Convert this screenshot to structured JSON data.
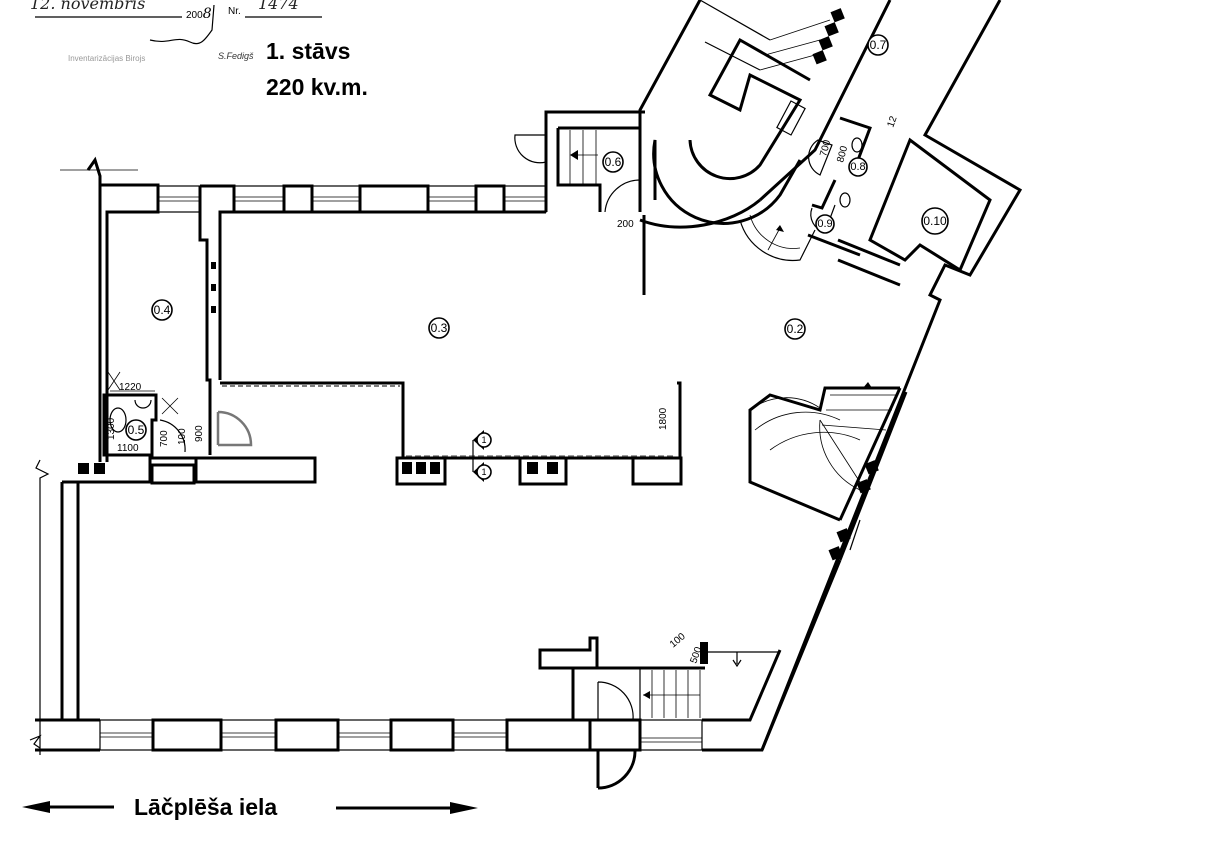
{
  "header": {
    "handwritten_date": "12. novembris",
    "year_prefix": "200",
    "year_suffix": "8",
    "number_label": "Nr.",
    "handwritten_number": "1474",
    "signature_caption": "S.Fedigš",
    "faded_caption": "Inventarizācijas Birojs"
  },
  "floor": {
    "title": "1. stāvs",
    "area": "220 kv.m."
  },
  "street": {
    "name": "Lāčplēša iela"
  },
  "rooms": [
    {
      "id": "0.2",
      "label": "0.2"
    },
    {
      "id": "0.3",
      "label": "0.3"
    },
    {
      "id": "0.4",
      "label": "0.4"
    },
    {
      "id": "0.5",
      "label": "0.5"
    },
    {
      "id": "0.6",
      "label": "0.6"
    },
    {
      "id": "0.7",
      "label": "0.7"
    },
    {
      "id": "0.8",
      "label": "0.8"
    },
    {
      "id": "0.9",
      "label": "0.9"
    },
    {
      "id": "0.10",
      "label": "0.10"
    }
  ],
  "dimensions": {
    "d1220": "1220",
    "d1300": "1300",
    "d1100": "1100",
    "d700": "700",
    "d100a": "100",
    "d900": "900",
    "d1800": "1800",
    "d200": "200",
    "d100b": "100",
    "d500": "500",
    "d700b": "700",
    "d800": "800",
    "d12": "12"
  },
  "section_markers": [
    {
      "label": "1"
    },
    {
      "label": "1"
    }
  ]
}
